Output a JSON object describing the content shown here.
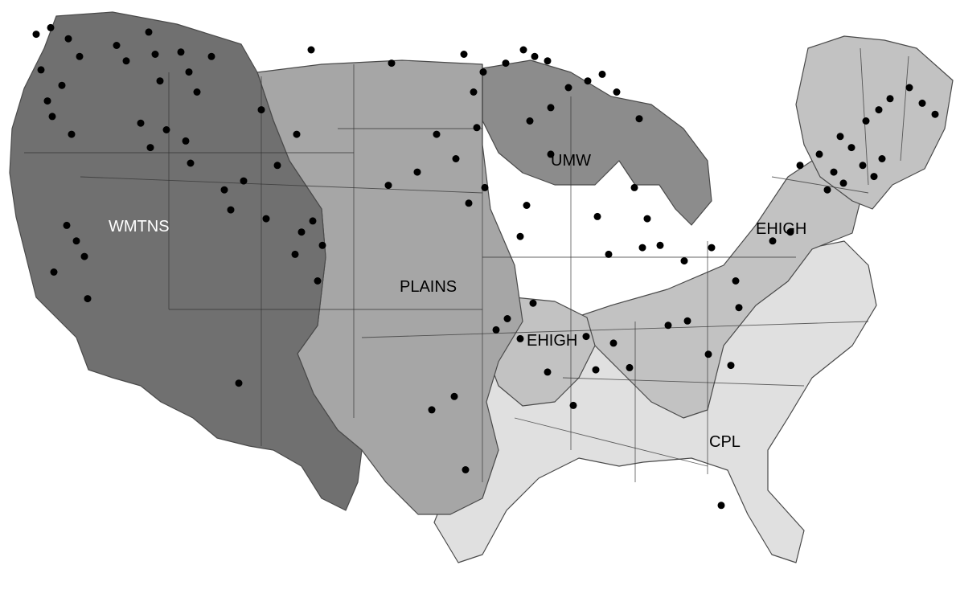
{
  "regions": [
    {
      "id": "wmtns",
      "label": "WMTNS",
      "color": "#707070",
      "label_color": "#ffffff"
    },
    {
      "id": "plains",
      "label": "PLAINS",
      "color": "#a6a6a6",
      "label_color": "#000000"
    },
    {
      "id": "umw",
      "label": "UMW",
      "color": "#8c8c8c",
      "label_color": "#000000"
    },
    {
      "id": "ehigh",
      "label": "EHIGH",
      "color": "#c2c2c2",
      "label_color": "#000000"
    },
    {
      "id": "cpl",
      "label": "CPL",
      "color": "#e0e0e0",
      "label_color": "#000000"
    }
  ],
  "region_labels": {
    "wmtns": "WMTNS",
    "plains": "PLAINS",
    "umw": "UMW",
    "ehigh_northeast": "EHIGH",
    "ehigh_ozark": "EHIGH",
    "cpl": "CPL"
  },
  "site_marker": {
    "color": "#000000",
    "shape": "filled-circle"
  },
  "sites": [
    {
      "lon": -123.5,
      "lat": 48.5
    },
    {
      "lon": -122.6,
      "lat": 48.8
    },
    {
      "lon": -121.5,
      "lat": 48.3
    },
    {
      "lon": -120.8,
      "lat": 47.5
    },
    {
      "lon": -123.2,
      "lat": 46.9
    },
    {
      "lon": -121.9,
      "lat": 46.2
    },
    {
      "lon": -118.5,
      "lat": 48.0
    },
    {
      "lon": -117.9,
      "lat": 47.3
    },
    {
      "lon": -116.5,
      "lat": 48.6
    },
    {
      "lon": -116.1,
      "lat": 47.6
    },
    {
      "lon": -115.8,
      "lat": 46.4
    },
    {
      "lon": -114.5,
      "lat": 47.7
    },
    {
      "lon": -114.0,
      "lat": 46.8
    },
    {
      "lon": -113.5,
      "lat": 45.9
    },
    {
      "lon": -112.6,
      "lat": 47.5
    },
    {
      "lon": -122.8,
      "lat": 45.5
    },
    {
      "lon": -122.5,
      "lat": 44.8
    },
    {
      "lon": -121.3,
      "lat": 44.0
    },
    {
      "lon": -117.0,
      "lat": 44.5
    },
    {
      "lon": -115.4,
      "lat": 44.2
    },
    {
      "lon": -114.2,
      "lat": 43.7
    },
    {
      "lon": -116.4,
      "lat": 43.4
    },
    {
      "lon": -113.9,
      "lat": 42.7
    },
    {
      "lon": -121.6,
      "lat": 39.9
    },
    {
      "lon": -121.0,
      "lat": 39.2
    },
    {
      "lon": -120.5,
      "lat": 38.5
    },
    {
      "lon": -122.4,
      "lat": 37.8
    },
    {
      "lon": -120.3,
      "lat": 36.6
    },
    {
      "lon": -111.8,
      "lat": 41.5
    },
    {
      "lon": -111.4,
      "lat": 40.6
    },
    {
      "lon": -110.6,
      "lat": 41.9
    },
    {
      "lon": -109.2,
      "lat": 40.2
    },
    {
      "lon": -107.0,
      "lat": 39.6
    },
    {
      "lon": -106.3,
      "lat": 40.1
    },
    {
      "lon": -105.7,
      "lat": 39.0
    },
    {
      "lon": -107.4,
      "lat": 38.6
    },
    {
      "lon": -106.0,
      "lat": 37.4
    },
    {
      "lon": -108.5,
      "lat": 42.6
    },
    {
      "lon": -107.3,
      "lat": 44.0
    },
    {
      "lon": -110.9,
      "lat": 32.8
    },
    {
      "lon": -109.5,
      "lat": 45.1
    },
    {
      "lon": -106.4,
      "lat": 47.8
    },
    {
      "lon": -101.4,
      "lat": 47.2
    },
    {
      "lon": -96.9,
      "lat": 47.6
    },
    {
      "lon": -95.7,
      "lat": 46.8
    },
    {
      "lon": -94.3,
      "lat": 47.2
    },
    {
      "lon": -93.2,
      "lat": 47.8
    },
    {
      "lon": -92.5,
      "lat": 47.5
    },
    {
      "lon": -91.7,
      "lat": 47.3
    },
    {
      "lon": -96.3,
      "lat": 45.9
    },
    {
      "lon": -92.8,
      "lat": 44.6
    },
    {
      "lon": -91.5,
      "lat": 45.2
    },
    {
      "lon": -90.4,
      "lat": 46.1
    },
    {
      "lon": -89.2,
      "lat": 46.4
    },
    {
      "lon": -88.3,
      "lat": 46.7
    },
    {
      "lon": -87.4,
      "lat": 45.9
    },
    {
      "lon": -86.0,
      "lat": 44.7
    },
    {
      "lon": -98.6,
      "lat": 44.0
    },
    {
      "lon": -96.1,
      "lat": 44.3
    },
    {
      "lon": -97.4,
      "lat": 42.9
    },
    {
      "lon": -99.8,
      "lat": 42.3
    },
    {
      "lon": -101.6,
      "lat": 41.7
    },
    {
      "lon": -96.6,
      "lat": 40.9
    },
    {
      "lon": -95.6,
      "lat": 41.6
    },
    {
      "lon": -93.4,
      "lat": 39.4
    },
    {
      "lon": -93.0,
      "lat": 40.8
    },
    {
      "lon": -91.5,
      "lat": 43.1
    },
    {
      "lon": -88.6,
      "lat": 40.3
    },
    {
      "lon": -87.9,
      "lat": 38.6
    },
    {
      "lon": -86.3,
      "lat": 41.6
    },
    {
      "lon": -85.5,
      "lat": 40.2
    },
    {
      "lon": -85.8,
      "lat": 38.9
    },
    {
      "lon": -84.7,
      "lat": 39.0
    },
    {
      "lon": -83.2,
      "lat": 38.3
    },
    {
      "lon": -81.5,
      "lat": 38.9
    },
    {
      "lon": -80.0,
      "lat": 37.4
    },
    {
      "lon": -77.7,
      "lat": 39.2
    },
    {
      "lon": -76.6,
      "lat": 39.6
    },
    {
      "lon": -76.0,
      "lat": 42.6
    },
    {
      "lon": -74.8,
      "lat": 43.1
    },
    {
      "lon": -73.9,
      "lat": 42.3
    },
    {
      "lon": -73.5,
      "lat": 43.9
    },
    {
      "lon": -72.8,
      "lat": 43.4
    },
    {
      "lon": -71.9,
      "lat": 44.6
    },
    {
      "lon": -71.1,
      "lat": 45.1
    },
    {
      "lon": -70.4,
      "lat": 45.6
    },
    {
      "lon": -69.2,
      "lat": 46.1
    },
    {
      "lon": -68.4,
      "lat": 45.4
    },
    {
      "lon": -67.6,
      "lat": 44.9
    },
    {
      "lon": -72.1,
      "lat": 42.6
    },
    {
      "lon": -71.4,
      "lat": 42.1
    },
    {
      "lon": -70.9,
      "lat": 42.9
    },
    {
      "lon": -73.3,
      "lat": 41.8
    },
    {
      "lon": -74.3,
      "lat": 41.5
    },
    {
      "lon": -92.6,
      "lat": 36.4
    },
    {
      "lon": -94.2,
      "lat": 35.7
    },
    {
      "lon": -93.4,
      "lat": 34.8
    },
    {
      "lon": -94.9,
      "lat": 35.2
    },
    {
      "lon": -97.5,
      "lat": 32.2
    },
    {
      "lon": -98.9,
      "lat": 31.6
    },
    {
      "lon": -96.8,
      "lat": 28.9
    },
    {
      "lon": -91.7,
      "lat": 33.3
    },
    {
      "lon": -89.3,
      "lat": 34.9
    },
    {
      "lon": -88.7,
      "lat": 33.4
    },
    {
      "lon": -90.1,
      "lat": 31.8
    },
    {
      "lon": -87.6,
      "lat": 34.6
    },
    {
      "lon": -86.6,
      "lat": 33.5
    },
    {
      "lon": -84.2,
      "lat": 35.4
    },
    {
      "lon": -83.0,
      "lat": 35.6
    },
    {
      "lon": -81.7,
      "lat": 34.1
    },
    {
      "lon": -79.8,
      "lat": 36.2
    },
    {
      "lon": -80.3,
      "lat": 33.6
    },
    {
      "lon": -80.9,
      "lat": 27.3
    }
  ]
}
